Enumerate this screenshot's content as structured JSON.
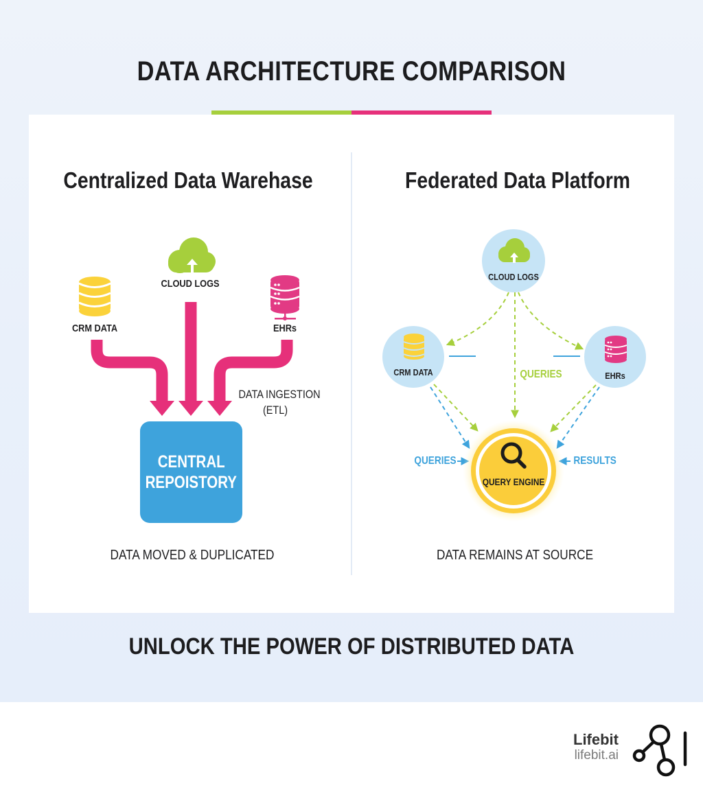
{
  "header": {
    "title": "DATA ARCHITECTURE COMPARISON",
    "accent_colors": [
      "#a6cf3c",
      "#e6307a"
    ]
  },
  "left_panel": {
    "title": "Centralized Data Warehase",
    "sources": [
      {
        "label": "CRM DATA",
        "icon": "database-icon",
        "color": "#fbd23a"
      },
      {
        "label": "CLOUD LOGS",
        "icon": "cloud-upload-icon",
        "color": "#a6cf3c"
      },
      {
        "label": "EHRs",
        "icon": "server-icon",
        "color": "#e23a84"
      }
    ],
    "flow_label_line1": "DATA INGESTION",
    "flow_label_line2": "(ETL)",
    "repository": {
      "line1": "CENTRAL",
      "line2": "REPOISTORY",
      "color": "#3ea3dc"
    },
    "arrow_color": "#e6307a",
    "caption": "DATA MOVED & DUPLICATED"
  },
  "right_panel": {
    "title": "Federated Data Platform",
    "nodes": [
      {
        "label": "CLOUD LOGS",
        "icon": "cloud-upload-icon"
      },
      {
        "label": "CRM DATA",
        "icon": "database-icon"
      },
      {
        "label": "EHRs",
        "icon": "server-icon"
      }
    ],
    "center_queries_label": "QUERIES",
    "engine": {
      "label": "QUERY ENGINE",
      "icon": "search-icon",
      "color": "#fbcd3a"
    },
    "left_arrow_label": "QUERIES",
    "right_arrow_label": "RESULTS",
    "query_color": "#a6cf3c",
    "result_color": "#3ea3dc",
    "node_bg": "#c6e4f6",
    "caption": "DATA REMAINS AT SOURCE"
  },
  "footer": {
    "tagline": "UNLOCK THE POWER OF DISTRIBUTED DATA",
    "brand_name": "Lifebit",
    "brand_url": "lifebit.ai"
  }
}
